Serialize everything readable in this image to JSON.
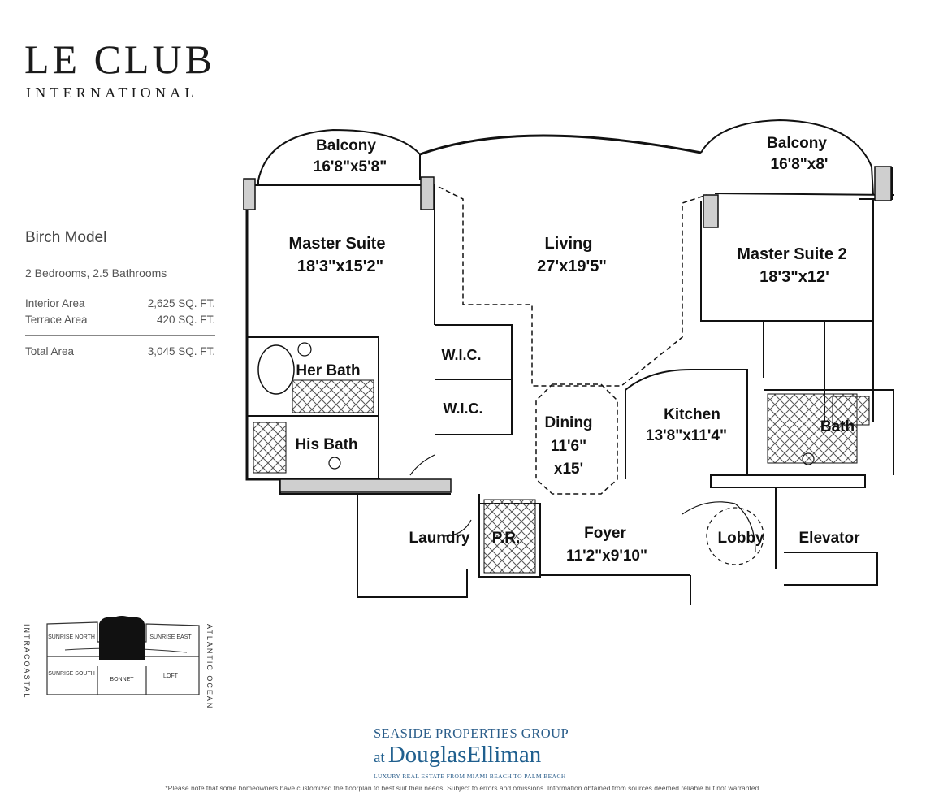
{
  "brand": {
    "title": "LE CLUB",
    "subtitle": "INTERNATIONAL"
  },
  "model": {
    "name": "Birch Model",
    "rooms": "2 Bedrooms, 2.5 Bathrooms",
    "areas": [
      {
        "label": "Interior Area",
        "value": "2,625 SQ. FT."
      },
      {
        "label": "Terrace Area",
        "value": "420 SQ. FT."
      }
    ],
    "total": {
      "label": "Total Area",
      "value": "3,045 SQ. FT."
    }
  },
  "floorplan": {
    "rooms": {
      "balcony_left": {
        "name": "Balcony",
        "size": "16'8\"x5'8\""
      },
      "balcony_right": {
        "name": "Balcony",
        "size": "16'8\"x8'"
      },
      "master_suite": {
        "name": "Master Suite",
        "size": "18'3\"x15'2\""
      },
      "living": {
        "name": "Living",
        "size": "27'x19'5\""
      },
      "master_suite_2": {
        "name": "Master Suite 2",
        "size": "18'3\"x12'"
      },
      "wic_1": {
        "name": "W.I.C."
      },
      "wic_2": {
        "name": "W.I.C."
      },
      "her_bath": {
        "name": "Her Bath"
      },
      "his_bath": {
        "name": "His Bath"
      },
      "dining": {
        "name": "Dining",
        "size_line1": "11'6\"",
        "size_line2": "x15'"
      },
      "kitchen": {
        "name": "Kitchen",
        "size": "13'8\"x11'4\""
      },
      "bath": {
        "name": "Bath"
      },
      "laundry": {
        "name": "Laundry"
      },
      "powder_room": {
        "name": "P.R."
      },
      "foyer": {
        "name": "Foyer",
        "size": "11'2\"x9'10\""
      },
      "lobby": {
        "name": "Lobby"
      },
      "elevator": {
        "name": "Elevator"
      }
    }
  },
  "key_plan": {
    "units": [
      "SUNRISE NORTH",
      "SUNRISE EAST",
      "SUNRISE SOUTH",
      "BONNET",
      "LOFT"
    ],
    "left_label": "INTRACOASTAL",
    "right_label": "ATLANTIC OCEAN"
  },
  "agency": {
    "group": "SEASIDE PROPERTIES GROUP",
    "at": "at",
    "brand_first": "Douglas",
    "brand_second": "Elliman",
    "tagline": "LUXURY REAL ESTATE FROM MIAMI BEACH TO PALM BEACH"
  },
  "disclaimer": "*Please note that some homeowners have customized the floorplan to best suit their needs. Subject to errors and omissions. Information obtained from sources deemed reliable but not warranted.",
  "colors": {
    "agency_blue": "#1f5f8e",
    "wall": "#111111",
    "hatch": "#555555"
  }
}
